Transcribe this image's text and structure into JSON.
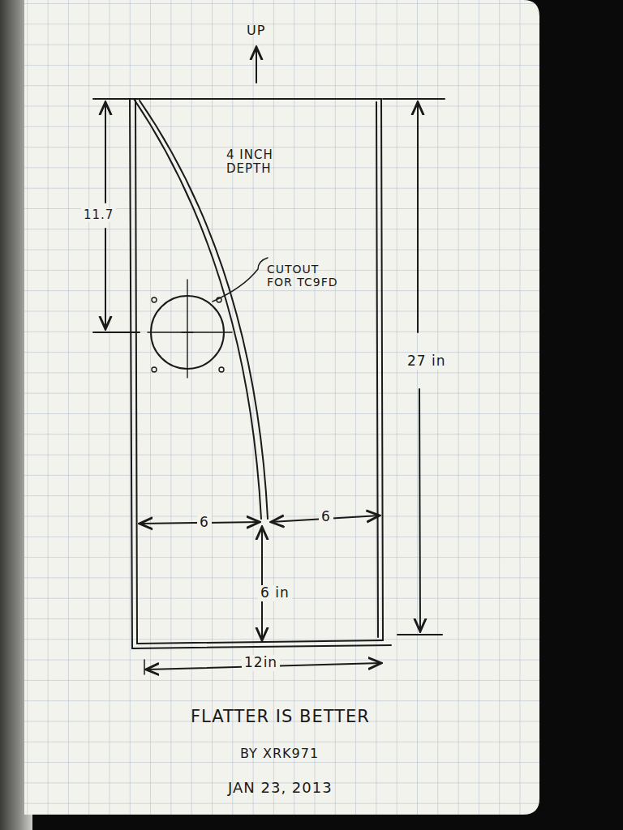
{
  "diagram": {
    "title": "FLATTER IS BETTER",
    "labels": [
      "UP",
      "4 INCH DEPTH",
      "11.7",
      "CUTOUT FOR TC9FD",
      "27 in",
      "6",
      "6",
      "6 in",
      "12in",
      "BY XRK971",
      "JAN 23, 2013"
    ]
  }
}
